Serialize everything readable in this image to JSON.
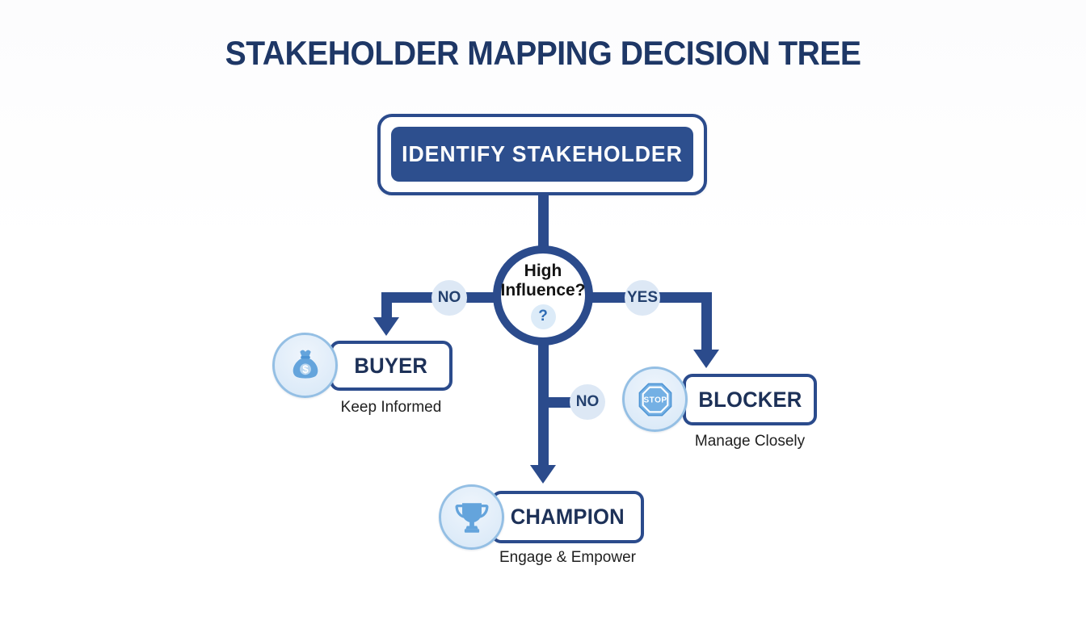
{
  "title": "STAKEHOLDER MAPPING DECISION TREE",
  "root": {
    "label": "IDENTIFY STAKEHOLDER"
  },
  "decision": {
    "question_line1": "High",
    "question_line2": "Influence?",
    "help_glyph": "?"
  },
  "branches": {
    "left_label": "NO",
    "right_label": "YES",
    "down_label": "NO"
  },
  "outcomes": [
    {
      "label": "BUYER",
      "action": "Keep Informed",
      "icon": "money-bag-icon",
      "icon_text": "$"
    },
    {
      "label": "BLOCKER",
      "action": "Manage Closely",
      "icon": "stop-sign-icon",
      "icon_text": "STOP"
    },
    {
      "label": "CHAMPION",
      "action": "Engage & Empower",
      "icon": "trophy-icon",
      "icon_text": ""
    }
  ],
  "colors": {
    "navy_line": "#2b4b8c",
    "navy_fill": "#2d4f8e",
    "title_navy": "#1e3766",
    "badge_bg": "#dde8f5",
    "icon_blue": "#64a4dc",
    "icon_circle_border": "#94bfe4",
    "question_blue": "#2e6cb5",
    "background": "#ffffff"
  }
}
